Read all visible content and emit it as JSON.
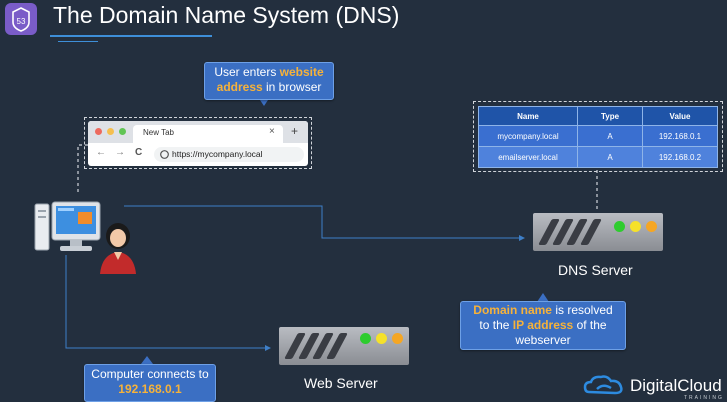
{
  "header": {
    "title": "The Domain Name System (DNS)",
    "logo_icon": "route53-icon"
  },
  "callouts": {
    "user": {
      "p1": "User enters ",
      "hl1": "website",
      "p2": "address",
      "p3": " in browser"
    },
    "resolved": {
      "hl1": "Domain name",
      "p1": " is resolved",
      "p2": "to the ",
      "hl2": "IP address",
      "p3": " of the",
      "p4": "webserver"
    },
    "connect": {
      "p1": "Computer connects to",
      "hl1": "192.168.0.1"
    }
  },
  "browser": {
    "tab_label": "New Tab",
    "close": "×",
    "new_tab": "+",
    "url": "https://mycompany.local",
    "back": "←",
    "forward": "→",
    "reload": "C"
  },
  "dns_table": {
    "headers": [
      "Name",
      "Type",
      "Value"
    ],
    "rows": [
      [
        "mycompany.local",
        "A",
        "192.168.0.1"
      ],
      [
        "emailserver.local",
        "A",
        "192.168.0.2"
      ]
    ]
  },
  "labels": {
    "dns_server": "DNS Server",
    "web_server": "Web Server"
  },
  "brand": {
    "name": "DigitalCloud",
    "sub": "TRAINING"
  },
  "colors": {
    "background": "#232f3e",
    "callout": "#3b6fc3",
    "highlight": "#f6b23a",
    "accent_line": "#3e8fd8"
  }
}
